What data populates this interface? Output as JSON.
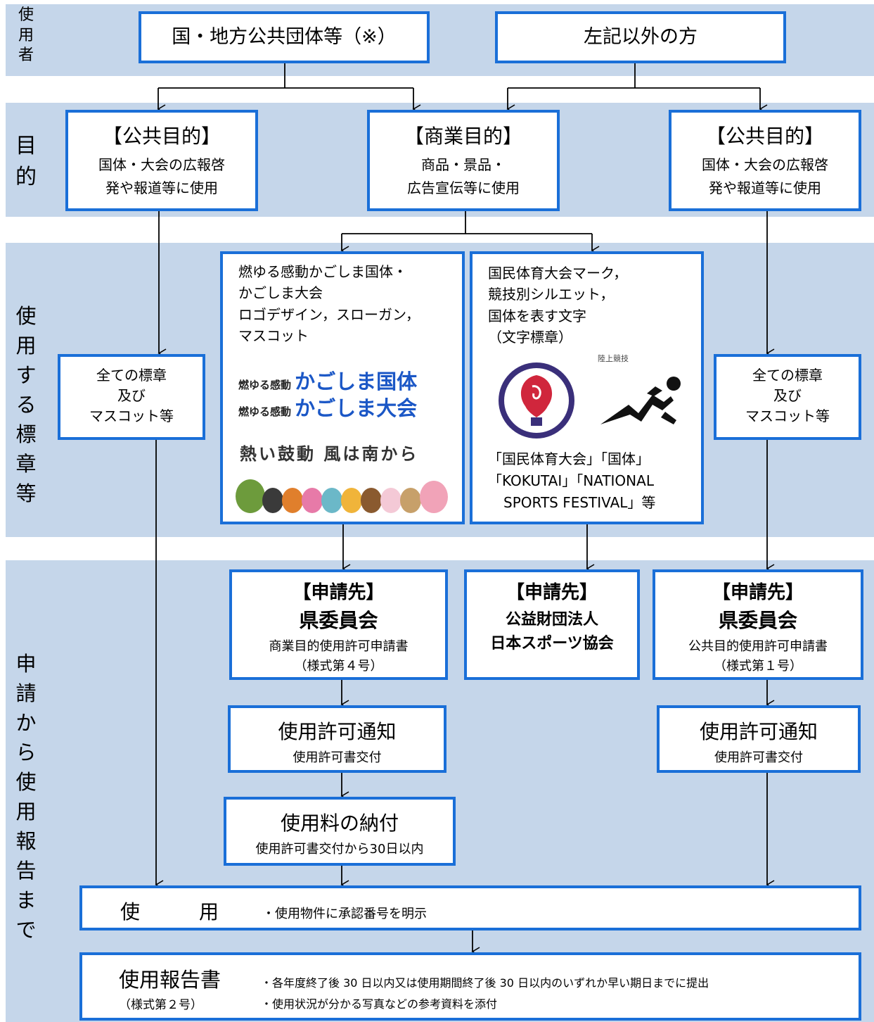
{
  "rows": {
    "user": "使用者",
    "purpose": "目的",
    "emblem": "使用する標章等",
    "apply": "申請から使用報告まで"
  },
  "users": {
    "government": "国・地方公共団体等（※）",
    "others": "左記以外の方"
  },
  "purposes": {
    "public_left": {
      "title": "【公共目的】",
      "line1": "国体・大会の広報啓",
      "line2": "発や報道等に使用"
    },
    "commercial": {
      "title": "【商業目的】",
      "line1": "商品・景品・",
      "line2": "広告宣伝等に使用"
    },
    "public_right": {
      "title": "【公共目的】",
      "line1": "国体・大会の広報啓",
      "line2": "発や報道等に使用"
    }
  },
  "emblems": {
    "all_left": {
      "line1": "全ての標章",
      "line2": "及び",
      "line3": "マスコット等"
    },
    "all_right": {
      "line1": "全ての標章",
      "line2": "及び",
      "line3": "マスコット等"
    },
    "kagoshima": {
      "line1": "燃ゆる感動かごしま国体・",
      "line2": "かごしま大会",
      "line3": "ロゴデザイン，スローガン，",
      "line4": "マスコット",
      "logo1_small": "燃ゆる感動",
      "logo1_big": "かごしま国体",
      "logo2_small": "燃ゆる感動",
      "logo2_big": "かごしま大会",
      "slogan": "熱い鼓動 風は南から"
    },
    "national": {
      "line1": "国民体育大会マーク，",
      "line2": "競技別シルエット，",
      "line3": "国体を表す文字",
      "line4": "（文字標章）",
      "sport_label": "陸上競技",
      "names1": "「国民体育大会」「国体」",
      "names2": "「KOKUTAI」「NATIONAL",
      "names3": "SPORTS FESTIVAL」等"
    }
  },
  "applications": {
    "left": {
      "title": "【申請先】",
      "org": "県委員会",
      "form": "商業目的使用許可申請書",
      "form_no": "（様式第４号）"
    },
    "center": {
      "title": "【申請先】",
      "org1": "公益財団法人",
      "org2": "日本スポーツ協会"
    },
    "right": {
      "title": "【申請先】",
      "org": "県委員会",
      "form": "公共目的使用許可申請書",
      "form_no": "（様式第１号）"
    }
  },
  "permit_left": {
    "title": "使用許可通知",
    "sub": "使用許可書交付"
  },
  "permit_right": {
    "title": "使用許可通知",
    "sub": "使用許可書交付"
  },
  "fee": {
    "title": "使用料の納付",
    "sub": "使用許可書交付から30日以内"
  },
  "usage": {
    "title": "使　　　用",
    "note": "・使用物件に承認番号を明示"
  },
  "report": {
    "title": "使用報告書",
    "form_no": "（様式第２号）",
    "note1": "・各年度終了後 30 日以内又は使用期間終了後 30 日以内のいずれか早い期日までに提出",
    "note2": "・使用状況が分かる写真などの参考資料を添付"
  },
  "colors": {
    "band": "#c5d6ea",
    "border": "#1a6fd8",
    "emblem_purple": "#3a2f7a",
    "emblem_red": "#d0263c"
  }
}
